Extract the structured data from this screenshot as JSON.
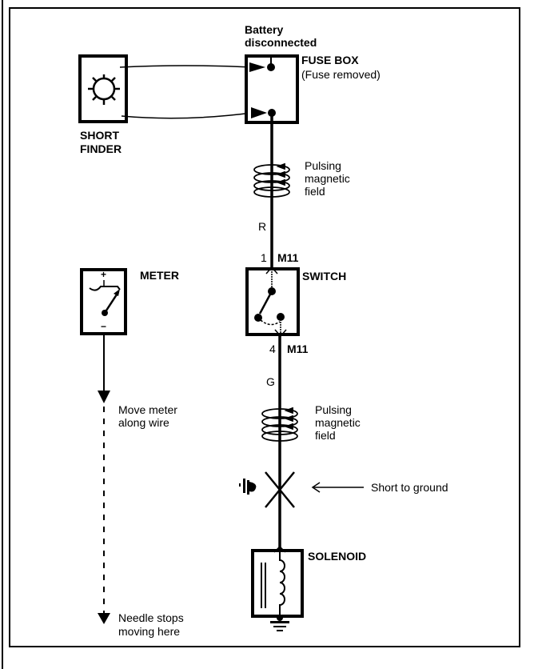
{
  "diagram": {
    "title": "Short to ground location using short finder and meter",
    "colors": {
      "ink": "#000000",
      "background": "#ffffff"
    },
    "components": {
      "short_finder": {
        "label_line1": "SHORT",
        "label_line2": "FINDER",
        "icon": "lamp-icon"
      },
      "fuse_box": {
        "label": "FUSE BOX",
        "note": "(Fuse removed)",
        "header_line1": "Battery",
        "header_line2": "disconnected"
      },
      "meter": {
        "label": "METER",
        "plus": "+",
        "minus": "−"
      },
      "switch": {
        "label": "SWITCH"
      },
      "solenoid": {
        "label": "SOLENOID"
      }
    },
    "wires": {
      "upper": {
        "color_code": "R",
        "pin": "1",
        "connector": "M11"
      },
      "lower": {
        "color_code": "G",
        "pin": "4",
        "connector": "M11"
      }
    },
    "annotations": {
      "field_upper": [
        "Pulsing",
        "magnetic",
        "field"
      ],
      "field_lower": [
        "Pulsing",
        "magnetic",
        "field"
      ],
      "short_to_ground": "Short to ground",
      "move_meter": [
        "Move meter",
        "along wire"
      ],
      "needle_stops": [
        "Needle stops",
        "moving here"
      ]
    }
  }
}
